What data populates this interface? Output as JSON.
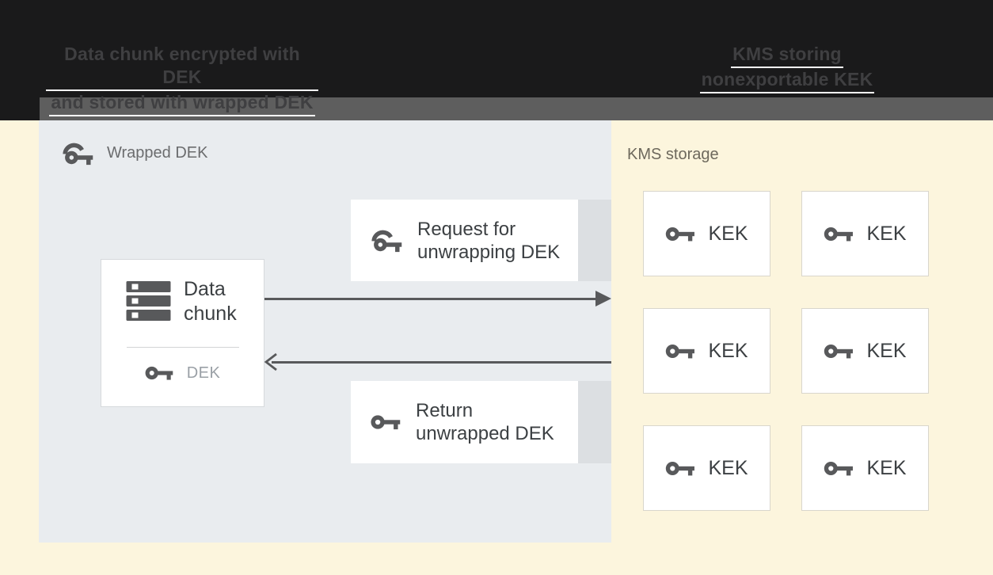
{
  "header": {
    "left_caption": [
      "Data chunk encrypted with DEK",
      "and stored with wrapped DEK"
    ],
    "right_caption": [
      "KMS storing",
      "nonexportable KEK"
    ]
  },
  "wrapped_dek_panel": {
    "title": "Wrapped DEK",
    "data_chunk_card": {
      "title_line1": "Data",
      "title_line2": "chunk",
      "key_label": "DEK"
    },
    "request_box": {
      "line1": "Request for",
      "line2": "unwrapping DEK"
    },
    "return_box": {
      "line1": "Return",
      "line2": "unwrapped DEK"
    }
  },
  "kms_panel": {
    "title": "KMS storage",
    "kek_boxes": [
      {
        "label": "KEK"
      },
      {
        "label": "KEK"
      },
      {
        "label": "KEK"
      },
      {
        "label": "KEK"
      },
      {
        "label": "KEK"
      },
      {
        "label": "KEK"
      }
    ]
  },
  "icons": {
    "wrapped_key": "wrapped-key-icon",
    "key": "key-icon",
    "data_chunk": "data-stack-icon",
    "request_arrow": "arrow-right",
    "return_arrow": "arrow-left"
  },
  "colors": {
    "header-bg": "#1a1a1b",
    "header-text": "#3f3f41",
    "band": "#5e5e5e",
    "cream": "#fcf5dd",
    "panel": "#e9ecef",
    "strip": "#dcdfe2",
    "ink": "#58595b"
  }
}
